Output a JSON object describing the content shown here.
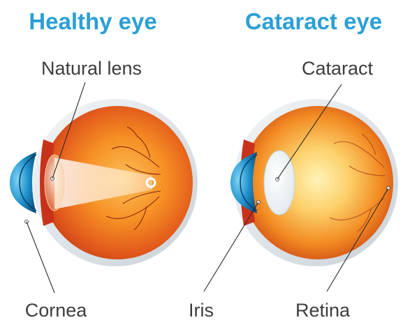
{
  "headings": {
    "healthy": "Healthy eye",
    "cataract": "Cataract eye"
  },
  "labels": {
    "natural_lens": "Natural lens",
    "cataract": "Cataract",
    "cornea": "Cornea",
    "iris": "Iris",
    "retina": "Retina"
  },
  "colors": {
    "heading": "#2b9fd6",
    "label": "#3d3d3d",
    "sclera_orange": "#e8541e",
    "retina_inner": "#f7931e",
    "cornea_blue": "#1a8fc9",
    "lens_cloudy": "#f4f6f8"
  }
}
